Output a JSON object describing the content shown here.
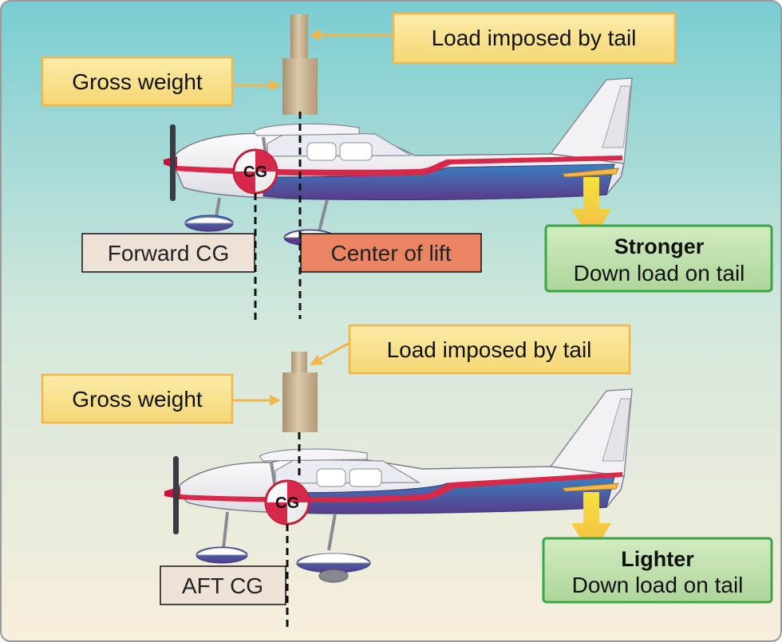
{
  "colors": {
    "sky_top": "#7fd0d4",
    "sky_bottom": "#f7efdf",
    "label_yellow": "#f7e08a",
    "label_yellow_border": "#f2b64a",
    "label_green": "#bfe0ad",
    "label_green_border": "#3aa646",
    "center_of_lift_fill": "#e98563",
    "cg_label_fill": "#efe3d7",
    "weight_block": "#cdb89b",
    "fuselage_white": "#f4f4f6",
    "stripe_red": "#d8294a",
    "stripe_blue": "#2d6fb0",
    "tail_arrow": "#f3e13a"
  },
  "top_scenario": {
    "load_tail_label": "Load imposed by tail",
    "gross_weight_label": "Gross weight",
    "cg_marker": "CG",
    "cg_position_label": "Forward CG",
    "center_of_lift_label": "Center of lift",
    "tail_load_title": "Stronger",
    "tail_load_subtitle": "Down load on tail"
  },
  "bottom_scenario": {
    "load_tail_label": "Load imposed by tail",
    "gross_weight_label": "Gross weight",
    "cg_marker": "CG",
    "cg_position_label": "AFT CG",
    "tail_load_title": "Lighter",
    "tail_load_subtitle": "Down load on tail"
  }
}
